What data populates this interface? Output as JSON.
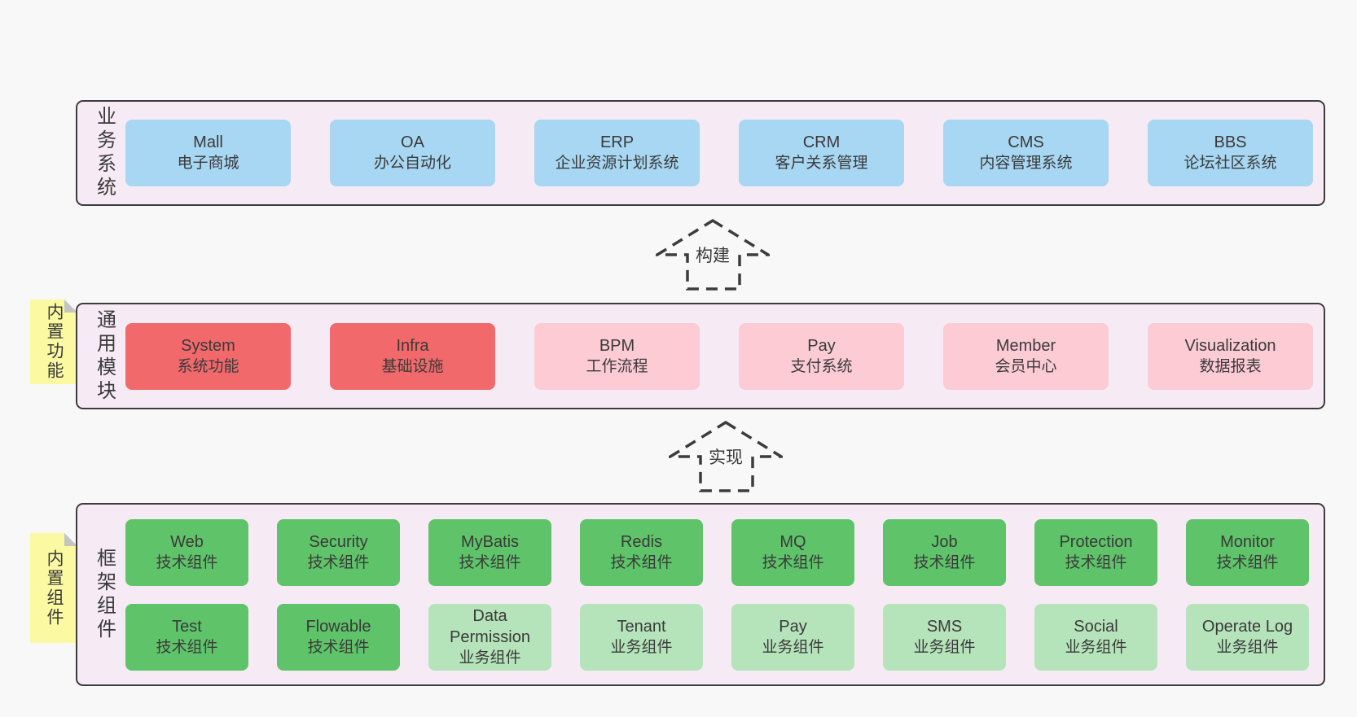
{
  "colors": {
    "pageBg": "#f8f8f8",
    "containerBg": "#f6ebf5",
    "border": "#3c3c3c",
    "text": "#3a3a3a",
    "blue": "#a7d7f2",
    "red": "#f1696b",
    "pink": "#fccbd4",
    "green": "#5fc369",
    "lightgreen": "#b5e3ba",
    "yellow": "#fbf9a2",
    "noteFold": "#c4c4c4"
  },
  "layers": [
    {
      "id": "business-systems",
      "label": "业务系统",
      "boxes": [
        {
          "name": "Mall",
          "desc": "电子商城",
          "variant": "blue"
        },
        {
          "name": "OA",
          "desc": "办公自动化",
          "variant": "blue"
        },
        {
          "name": "ERP",
          "desc": "企业资源计划系统",
          "variant": "blue"
        },
        {
          "name": "CRM",
          "desc": "客户关系管理",
          "variant": "blue"
        },
        {
          "name": "CMS",
          "desc": "内容管理系统",
          "variant": "blue"
        },
        {
          "name": "BBS",
          "desc": "论坛社区系统",
          "variant": "blue"
        }
      ]
    },
    {
      "id": "common-modules",
      "label": "通用模块",
      "note": "内置功能",
      "boxes": [
        {
          "name": "System",
          "desc": "系统功能",
          "variant": "red"
        },
        {
          "name": "Infra",
          "desc": "基础设施",
          "variant": "red"
        },
        {
          "name": "BPM",
          "desc": "工作流程",
          "variant": "pink"
        },
        {
          "name": "Pay",
          "desc": "支付系统",
          "variant": "pink"
        },
        {
          "name": "Member",
          "desc": "会员中心",
          "variant": "pink"
        },
        {
          "name": "Visualization",
          "desc": "数据报表",
          "variant": "pink"
        }
      ]
    },
    {
      "id": "framework-components",
      "label": "框架组件",
      "note": "内置组件",
      "rows": [
        [
          {
            "name": "Web",
            "desc": "技术组件",
            "variant": "green"
          },
          {
            "name": "Security",
            "desc": "技术组件",
            "variant": "green"
          },
          {
            "name": "MyBatis",
            "desc": "技术组件",
            "variant": "green"
          },
          {
            "name": "Redis",
            "desc": "技术组件",
            "variant": "green"
          },
          {
            "name": "MQ",
            "desc": "技术组件",
            "variant": "green"
          },
          {
            "name": "Job",
            "desc": "技术组件",
            "variant": "green"
          },
          {
            "name": "Protection",
            "desc": "技术组件",
            "variant": "green"
          },
          {
            "name": "Monitor",
            "desc": "技术组件",
            "variant": "green"
          }
        ],
        [
          {
            "name": "Test",
            "desc": "技术组件",
            "variant": "green"
          },
          {
            "name": "Flowable",
            "desc": "技术组件",
            "variant": "green"
          },
          {
            "name": "Data Permission",
            "desc": "业务组件",
            "variant": "lightgreen"
          },
          {
            "name": "Tenant",
            "desc": "业务组件",
            "variant": "lightgreen"
          },
          {
            "name": "Pay",
            "desc": "业务组件",
            "variant": "lightgreen"
          },
          {
            "name": "SMS",
            "desc": "业务组件",
            "variant": "lightgreen"
          },
          {
            "name": "Social",
            "desc": "业务组件",
            "variant": "lightgreen"
          },
          {
            "name": "Operate Log",
            "desc": "业务组件",
            "variant": "lightgreen"
          }
        ]
      ]
    }
  ],
  "arrows": [
    {
      "label": "构建"
    },
    {
      "label": "实现"
    }
  ]
}
